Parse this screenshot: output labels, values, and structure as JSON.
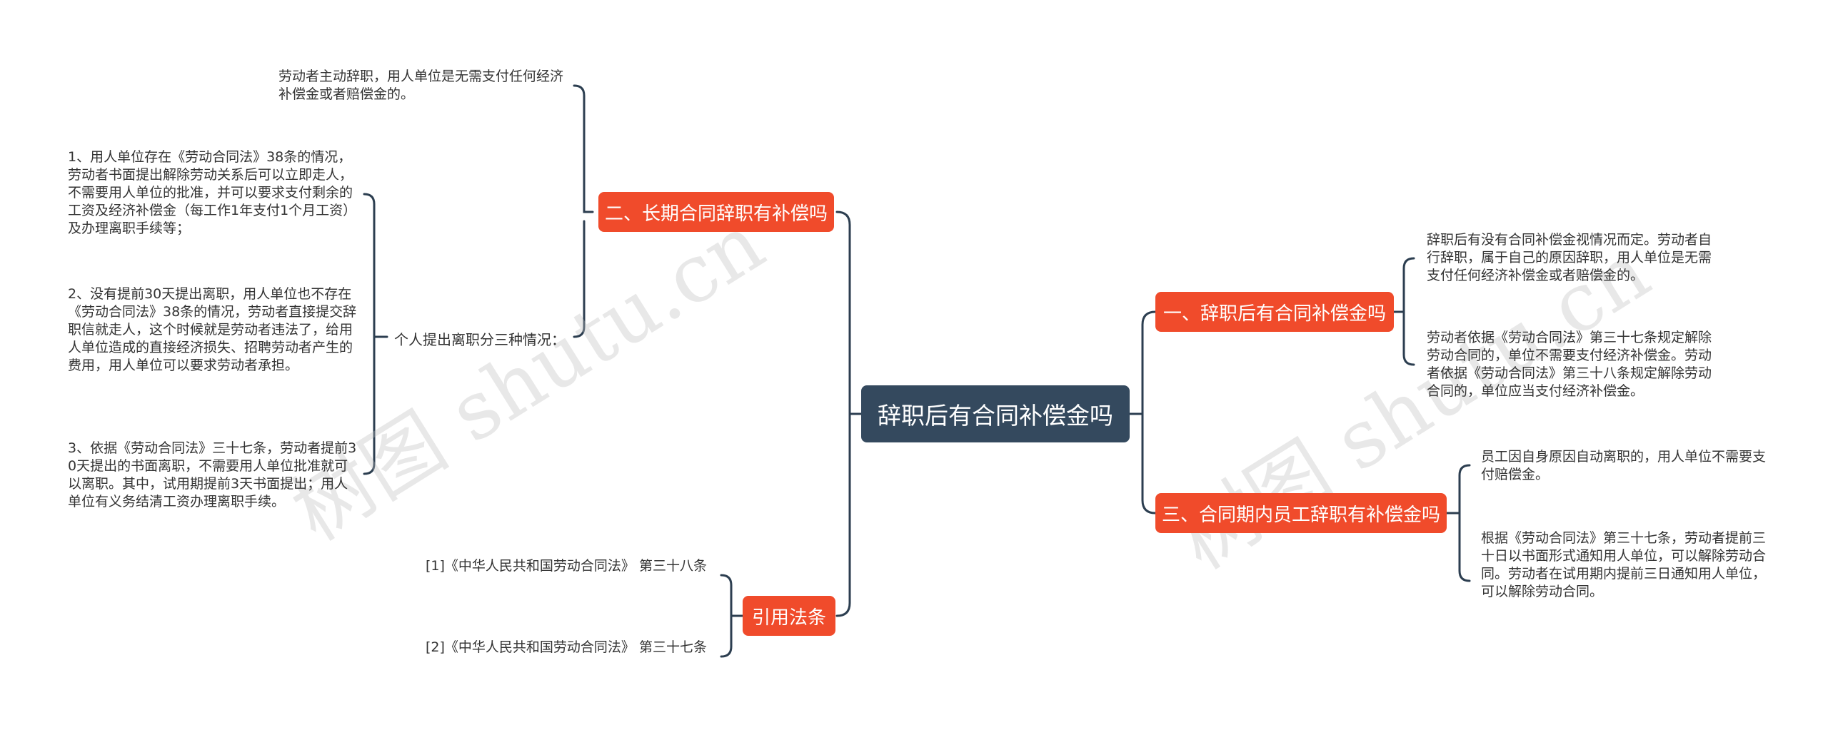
{
  "root": {
    "label": "辞职后有合同补偿金吗"
  },
  "branches": {
    "b1": {
      "label": "一、辞职后有合同补偿金吗",
      "leaves": [
        "辞职后有没有合同补偿金视情况而定。劳动者自行辞职，属于自己的原因辞职，用人单位是无需支付任何经济补偿金或者赔偿金的。",
        "劳动者依据《劳动合同法》第三十七条规定解除劳动合同的，单位不需要支付经济补偿金。劳动者依据《劳动合同法》第三十八条规定解除劳动合同的，单位应当支付经济补偿金。"
      ]
    },
    "b2": {
      "label": "二、长期合同辞职有补偿吗",
      "leaf_top": "劳动者主动辞职，用人单位是无需支付任何经济补偿金或者赔偿金的。",
      "sub": "个人提出离职分三种情况：",
      "sub_leaves": [
        "1、用人单位存在《劳动合同法》38条的情况，劳动者书面提出解除劳动关系后可以立即走人，不需要用人单位的批准，并可以要求支付剩余的工资及经济补偿金（每工作1年支付1个月工资）及办理离职手续等；",
        "2、没有提前30天提出离职，用人单位也不存在《劳动合同法》38条的情况，劳动者直接提交辞职信就走人，这个时候就是劳动者违法了，给用人单位造成的直接经济损失、招聘劳动者产生的费用，用人单位可以要求劳动者承担。",
        "3、依据《劳动合同法》三十七条，劳动者提前30天提出的书面离职，不需要用人单位批准就可以离职。其中，试用期提前3天书面提出；用人单位有义务结清工资办理离职手续。"
      ]
    },
    "b3": {
      "label": "三、合同期内员工辞职有补偿金吗",
      "leaves": [
        "员工因自身原因自动离职的，用人单位不需要支付赔偿金。",
        "根据《劳动合同法》第三十七条，劳动者提前三十日以书面形式通知用人单位，可以解除劳动合同。劳动者在试用期内提前三日通知用人单位，可以解除劳动合同。"
      ]
    },
    "b4": {
      "label": "引用法条",
      "leaves": [
        "[1]《中华人民共和国劳动合同法》 第三十八条",
        "[2]《中华人民共和国劳动合同法》 第三十七条"
      ]
    }
  },
  "watermark": "树图 shutu.cn",
  "colors": {
    "root_bg": "#34495e",
    "branch_bg": "#f04b2b",
    "line": "#2c3e50"
  }
}
